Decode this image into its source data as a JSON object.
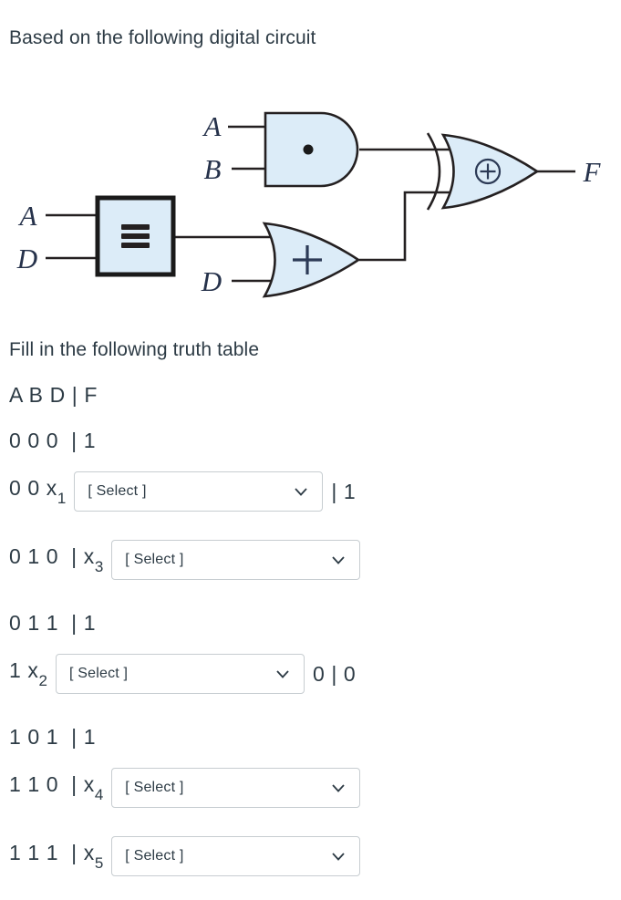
{
  "title": "Based on the following digital circuit",
  "circuit": {
    "gate_fill": "#dcecf8",
    "wire_color": "#242021",
    "symbol_color": "#2c3a56",
    "labels": {
      "and_input_1": "A",
      "and_input_2": "B",
      "xnor_input_1": "A",
      "xnor_input_2": "D",
      "or_input_2": "D",
      "output": "F"
    },
    "gates": {
      "and_symbol": "•",
      "xnor_symbol": "≡",
      "or_symbol": "+",
      "xor_symbol": "⊕"
    }
  },
  "truth_table": {
    "heading": "Fill in the following truth table",
    "header": "A B D | F",
    "select_placeholder": "[ Select ]",
    "rows": [
      {
        "text": "0 0 0  | 1"
      },
      {
        "pre": "0 0 x",
        "sub": "1",
        "post": "| 1"
      },
      {
        "pre": "0 1 0  | x",
        "sub": "3",
        "post": ""
      },
      {
        "text": "0 1 1  | 1"
      },
      {
        "pre": "1 x",
        "sub": "2",
        "post": "0 | 0"
      },
      {
        "text": "1 0 1  | 1"
      },
      {
        "pre": "1 1 0  | x",
        "sub": "4",
        "post": ""
      },
      {
        "pre": "1 1 1  | x",
        "sub": "5",
        "post": ""
      }
    ]
  }
}
